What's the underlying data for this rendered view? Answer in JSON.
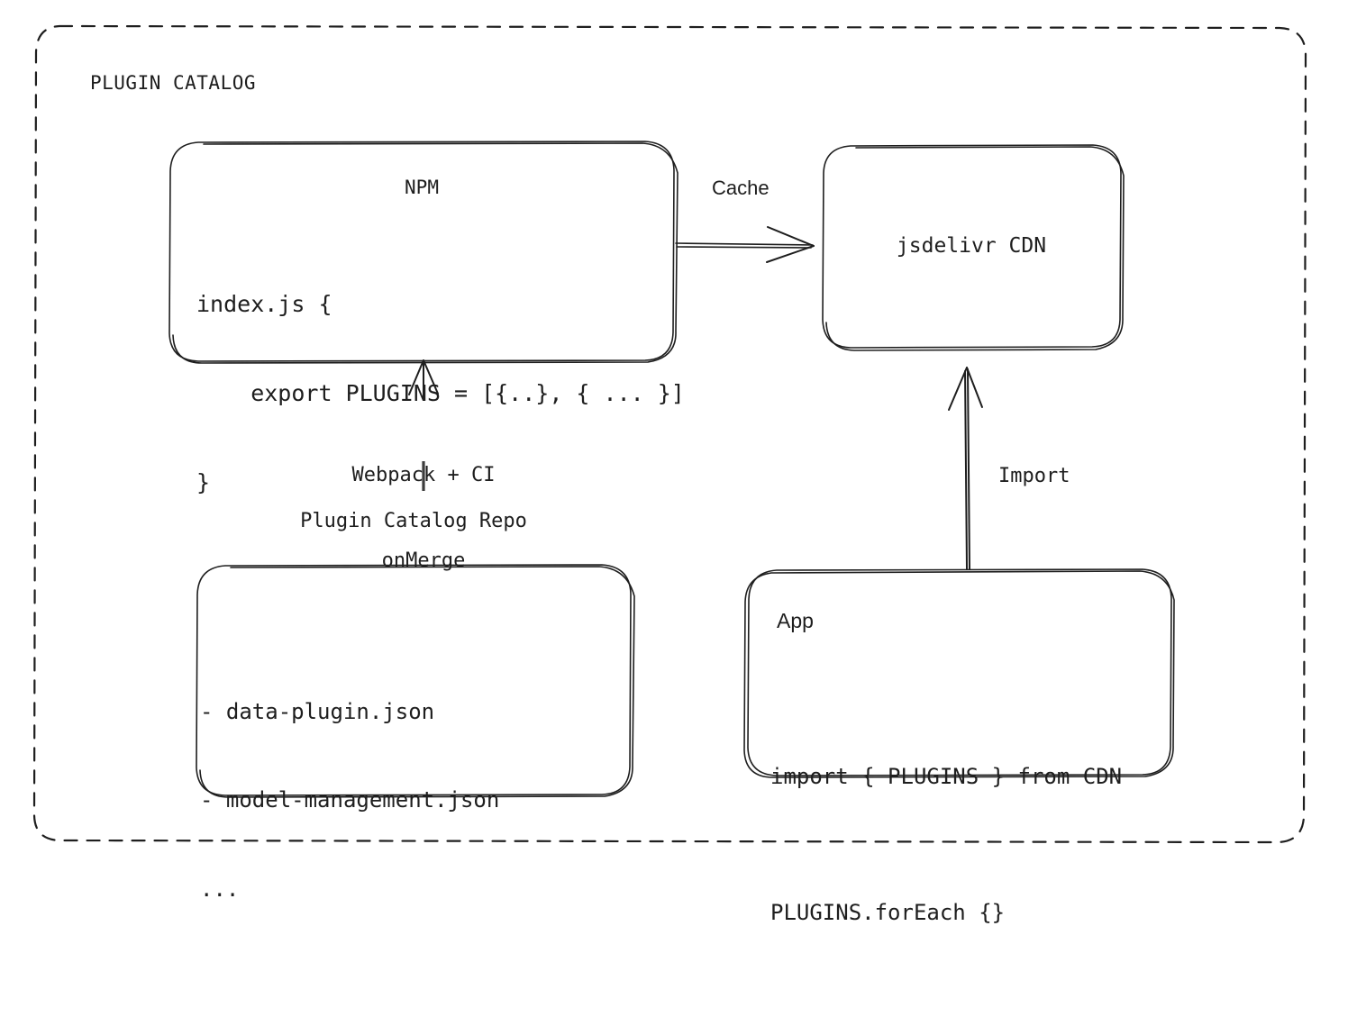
{
  "diagram": {
    "title": "PLUGIN CATALOG",
    "background": "#ffffff",
    "stroke_color": "#1e1e1e",
    "style": "hand-drawn sketch"
  },
  "nodes": {
    "npm": {
      "title": "NPM",
      "code_line_1": "index.js {",
      "code_line_2": "    export PLUGINS = [{..}, { ... }]",
      "code_line_3": "}"
    },
    "cdn": {
      "title": "jsdelivr CDN"
    },
    "repo": {
      "caption": "Plugin Catalog Repo",
      "item_1": "- data-plugin.json",
      "item_2": "- model-management.json",
      "item_3": "..."
    },
    "app": {
      "title": "App",
      "code_line_1": "import { PLUGINS } from CDN",
      "code_line_2": "PLUGINS.forEach {}"
    }
  },
  "edges": {
    "npm_to_cdn": {
      "label": "Cache"
    },
    "repo_to_npm": {
      "label_line_1": "Webpack + CI",
      "label_line_2": "onMerge"
    },
    "app_to_cdn": {
      "label": "Import"
    }
  }
}
